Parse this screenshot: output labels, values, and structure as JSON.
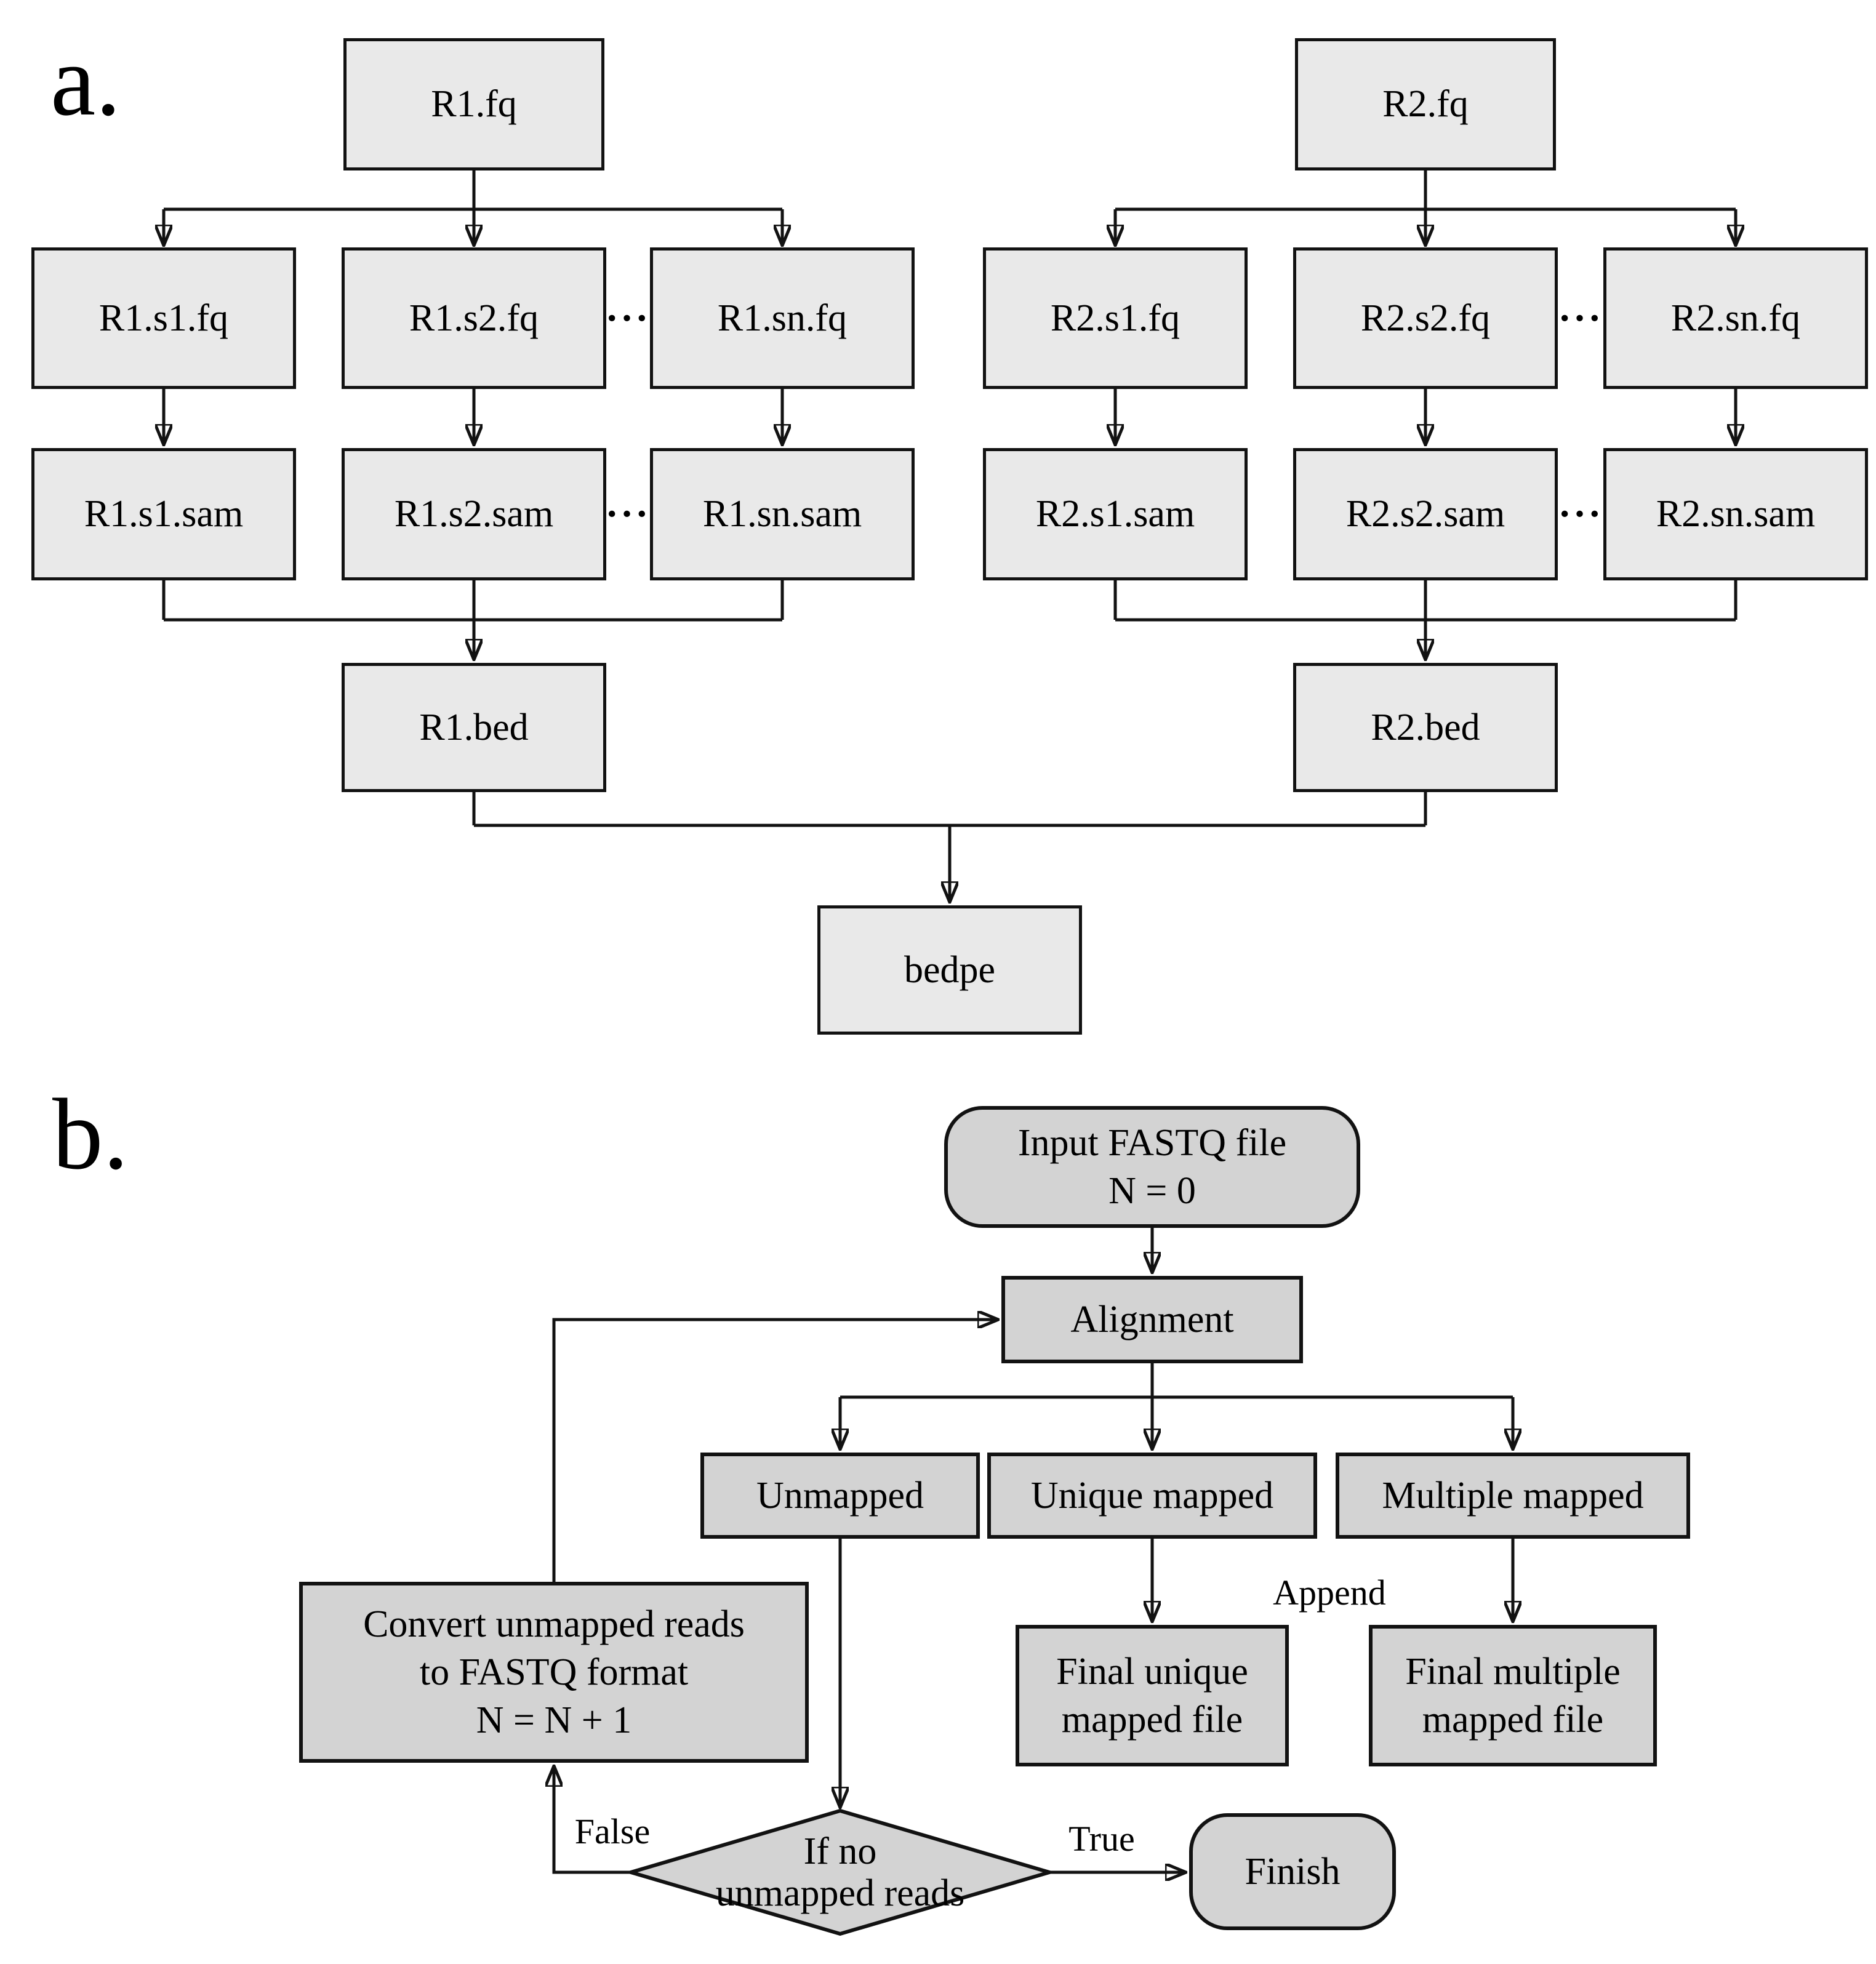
{
  "colors": {
    "background": "#ffffff",
    "panel_a_box_fill": "#e9e9e9",
    "panel_b_box_fill": "#d3d3d3",
    "stroke": "#121212"
  },
  "panel_a": {
    "label": "a.",
    "dots": "···",
    "r1": {
      "root": "R1.fq",
      "fq": [
        "R1.s1.fq",
        "R1.s2.fq",
        "R1.sn.fq"
      ],
      "sam": [
        "R1.s1.sam",
        "R1.s2.sam",
        "R1.sn.sam"
      ],
      "bed": "R1.bed"
    },
    "r2": {
      "root": "R2.fq",
      "fq": [
        "R2.s1.fq",
        "R2.s2.fq",
        "R2.sn.fq"
      ],
      "sam": [
        "R2.s1.sam",
        "R2.s2.sam",
        "R2.sn.sam"
      ],
      "bed": "R2.bed"
    },
    "merged": "bedpe"
  },
  "panel_b": {
    "label": "b.",
    "input_fastq": {
      "lines": [
        "Input FASTQ file",
        "N = 0"
      ]
    },
    "alignment": "Alignment",
    "categories": [
      "Unmapped",
      "Unique mapped",
      "Multiple mapped"
    ],
    "append_label": "Append",
    "final_unique": {
      "lines": [
        "Final unique",
        "mapped file"
      ]
    },
    "final_multiple": {
      "lines": [
        "Final multiple",
        "mapped file"
      ]
    },
    "convert": {
      "lines": [
        "Convert unmapped reads",
        "to FASTQ format",
        "N = N + 1"
      ]
    },
    "decision": {
      "lines": [
        "If no",
        "unmapped reads"
      ]
    },
    "false_label": "False",
    "true_label": "True",
    "finish": "Finish"
  }
}
